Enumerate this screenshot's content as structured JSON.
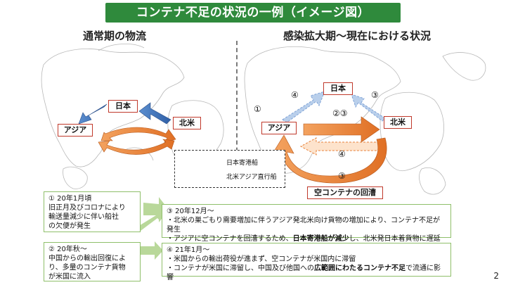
{
  "title": "コンテナ不足の状況の一例（イメージ図）",
  "left_panel": {
    "title": "通常期の物流",
    "labels": {
      "japan": "日本",
      "asia": "アジア",
      "na": "北米"
    }
  },
  "right_panel": {
    "title": "感染拡大期～現在における状況",
    "labels": {
      "japan": "日本",
      "asia": "アジア",
      "na": "北米"
    },
    "markers": {
      "m1": "①",
      "m4_top": "④",
      "m3_top": "③",
      "m23": "②③",
      "m4_mid": "④",
      "m3_bottom": "③"
    },
    "return_label": "空コンテナの回漕"
  },
  "legend": {
    "blue_label": "日本寄港船",
    "orange_label": "北米アジア直行船"
  },
  "notes": {
    "n1": {
      "title": "① 20年1月頃",
      "lines": [
        "旧正月及びコロナにより",
        "輸送量減少に伴い船社",
        "の欠便が発生"
      ]
    },
    "n2": {
      "title": "② 20年秋～",
      "lines": [
        "中国からの輸出回復によ",
        "り、多量のコンテナ貨物",
        "が米国に流入"
      ]
    },
    "n3": {
      "title": "③ 20年12月～",
      "line1": "・北米の巣ごもり需要増加に伴うアジア発北米向け貨物の増加により、コンテナ不足が発生",
      "line2_a": "・アジアに空コンテナを回漕するため、",
      "line2_b": "日本寄港船が減少",
      "line2_c": "し、北米発日本着貨物に遅延"
    },
    "n4": {
      "title": "④ 21年1月～",
      "line1": "・米国からの輸出荷役が進まず、空コンテナが米国内に滞留",
      "line2_a": "・コンテナが米国に滞留し、中国及び他国への",
      "line2_b": "広範囲にわたるコンテナ不足",
      "line2_c": "で流通に影響"
    }
  },
  "page_number": "2",
  "colors": {
    "banner": "#2f8a3c",
    "blue": "#3f72b8",
    "orange": "#e8823a",
    "red_border": "#c0392b",
    "note_border": "#8fbf6a"
  }
}
